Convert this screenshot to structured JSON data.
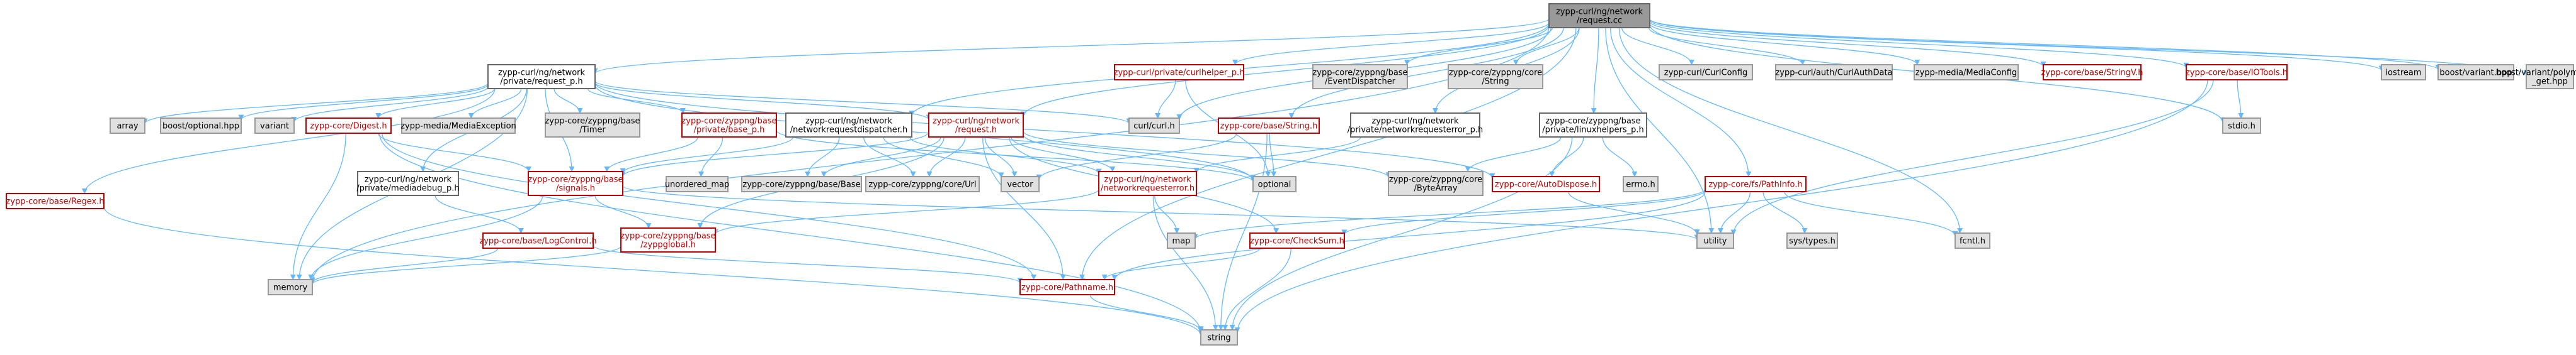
{
  "colors": {
    "edge": "#63b8ff",
    "root_fill": "#999999",
    "root_stroke": "#666666",
    "linked_fill": "#ffffff",
    "linked_stroke": "#bf0000",
    "linked_text": "#bf0000",
    "plain_fill": "#ffffff",
    "plain_stroke": "#666666",
    "plain_text": "#000000",
    "external_fill": "#e0e0e0",
    "external_stroke": "#999999",
    "external_text": "#000000"
  },
  "nodes": [
    {
      "id": "root",
      "kind": "root",
      "lines": [
        "zypp-curl/ng/network",
        "/request.cc"
      ]
    },
    {
      "id": "req_p",
      "kind": "plain",
      "lines": [
        "zypp-curl/ng/network",
        "/private/request_p.h"
      ]
    },
    {
      "id": "curlhelper_p",
      "kind": "linked",
      "lines": [
        "zypp-curl/private/curlhelper_p.h"
      ]
    },
    {
      "id": "eventdisp",
      "kind": "external",
      "lines": [
        "zypp-core/zyppng/base",
        "/EventDispatcher"
      ]
    },
    {
      "id": "zstring",
      "kind": "external",
      "lines": [
        "zypp-core/zyppng/core",
        "/String"
      ]
    },
    {
      "id": "curlconfig",
      "kind": "external",
      "lines": [
        "zypp-curl/CurlConfig"
      ]
    },
    {
      "id": "curlauth",
      "kind": "external",
      "lines": [
        "zypp-curl/auth/CurlAuthData"
      ]
    },
    {
      "id": "mediaconfig",
      "kind": "external",
      "lines": [
        "zypp-media/MediaConfig"
      ]
    },
    {
      "id": "stringv",
      "kind": "linked",
      "lines": [
        "zypp-core/base/StringV.h"
      ]
    },
    {
      "id": "iotools",
      "kind": "linked",
      "lines": [
        "zypp-core/base/IOTools.h"
      ]
    },
    {
      "id": "iostream",
      "kind": "external",
      "lines": [
        "iostream"
      ]
    },
    {
      "id": "bvariant",
      "kind": "external",
      "lines": [
        "boost/variant.hpp"
      ]
    },
    {
      "id": "bvarpoly",
      "kind": "external",
      "lines": [
        "boost/variant/polymorphic",
        "_get.hpp"
      ]
    },
    {
      "id": "array",
      "kind": "external",
      "lines": [
        "array"
      ]
    },
    {
      "id": "boptional",
      "kind": "external",
      "lines": [
        "boost/optional.hpp"
      ]
    },
    {
      "id": "variant",
      "kind": "external",
      "lines": [
        "variant"
      ]
    },
    {
      "id": "digest",
      "kind": "linked",
      "lines": [
        "zypp-core/Digest.h"
      ]
    },
    {
      "id": "mediaexc",
      "kind": "external",
      "lines": [
        "zypp-media/MediaException"
      ]
    },
    {
      "id": "timer",
      "kind": "external",
      "lines": [
        "zypp-core/zyppng/base",
        "/Timer"
      ]
    },
    {
      "id": "base_p",
      "kind": "linked",
      "lines": [
        "zypp-core/zyppng/base",
        "/private/base_p.h"
      ]
    },
    {
      "id": "reqdisp",
      "kind": "plain",
      "lines": [
        "zypp-curl/ng/network",
        "/networkrequestdispatcher.h"
      ]
    },
    {
      "id": "request_h",
      "kind": "linked",
      "lines": [
        "zypp-curl/ng/network",
        "/request.h"
      ]
    },
    {
      "id": "curl_h",
      "kind": "external",
      "lines": [
        "curl/curl.h"
      ]
    },
    {
      "id": "string_h",
      "kind": "linked",
      "lines": [
        "zypp-core/base/String.h"
      ]
    },
    {
      "id": "nreqerr_p",
      "kind": "plain",
      "lines": [
        "zypp-curl/ng/network",
        "/private/networkrequesterror_p.h"
      ]
    },
    {
      "id": "linuxhelpers",
      "kind": "plain",
      "lines": [
        "zypp-core/zyppng/base",
        "/private/linuxhelpers_p.h"
      ]
    },
    {
      "id": "stdio",
      "kind": "external",
      "lines": [
        "stdio.h"
      ]
    },
    {
      "id": "regex",
      "kind": "linked",
      "lines": [
        "zypp-core/base/Regex.h"
      ]
    },
    {
      "id": "mediadebug",
      "kind": "plain",
      "lines": [
        "zypp-curl/ng/network",
        "/private/mediadebug_p.h"
      ]
    },
    {
      "id": "signals",
      "kind": "linked",
      "lines": [
        "zypp-core/zyppng/base",
        "/signals.h"
      ]
    },
    {
      "id": "unordered_map",
      "kind": "external",
      "lines": [
        "unordered_map"
      ]
    },
    {
      "id": "zbase",
      "kind": "external",
      "lines": [
        "zypp-core/zyppng/base/Base"
      ]
    },
    {
      "id": "zurl",
      "kind": "external",
      "lines": [
        "zypp-core/zyppng/core/Url"
      ]
    },
    {
      "id": "vector",
      "kind": "external",
      "lines": [
        "vector"
      ]
    },
    {
      "id": "nreqerr",
      "kind": "linked",
      "lines": [
        "zypp-curl/ng/network",
        "/networkrequesterror.h"
      ]
    },
    {
      "id": "optional",
      "kind": "external",
      "lines": [
        "optional"
      ]
    },
    {
      "id": "bytearray",
      "kind": "external",
      "lines": [
        "zypp-core/zyppng/core",
        "/ByteArray"
      ]
    },
    {
      "id": "autodispose",
      "kind": "linked",
      "lines": [
        "zypp-core/AutoDispose.h"
      ]
    },
    {
      "id": "errno",
      "kind": "external",
      "lines": [
        "errno.h"
      ]
    },
    {
      "id": "pathinfo",
      "kind": "linked",
      "lines": [
        "zypp-core/fs/PathInfo.h"
      ]
    },
    {
      "id": "logcontrol",
      "kind": "linked",
      "lines": [
        "zypp-core/base/LogControl.h"
      ]
    },
    {
      "id": "zyppglobal",
      "kind": "linked",
      "lines": [
        "zypp-core/zyppng/base",
        "/zyppglobal.h"
      ]
    },
    {
      "id": "map",
      "kind": "external",
      "lines": [
        "map"
      ]
    },
    {
      "id": "checksum",
      "kind": "linked",
      "lines": [
        "zypp-core/CheckSum.h"
      ]
    },
    {
      "id": "utility",
      "kind": "external",
      "lines": [
        "utility"
      ]
    },
    {
      "id": "systypes",
      "kind": "external",
      "lines": [
        "sys/types.h"
      ]
    },
    {
      "id": "fcntl",
      "kind": "external",
      "lines": [
        "fcntl.h"
      ]
    },
    {
      "id": "memory",
      "kind": "external",
      "lines": [
        "memory"
      ]
    },
    {
      "id": "pathname",
      "kind": "linked",
      "lines": [
        "zypp-core/Pathname.h"
      ]
    },
    {
      "id": "string",
      "kind": "external",
      "lines": [
        "string"
      ]
    }
  ],
  "edges": [
    [
      "root",
      "req_p"
    ],
    [
      "root",
      "curlhelper_p"
    ],
    [
      "root",
      "eventdisp"
    ],
    [
      "root",
      "zstring"
    ],
    [
      "root",
      "curlconfig"
    ],
    [
      "root",
      "curlauth"
    ],
    [
      "root",
      "mediaconfig"
    ],
    [
      "root",
      "stringv"
    ],
    [
      "root",
      "iotools"
    ],
    [
      "root",
      "iostream"
    ],
    [
      "root",
      "bvariant"
    ],
    [
      "root",
      "bvarpoly"
    ],
    [
      "root",
      "reqdisp"
    ],
    [
      "root",
      "request_h"
    ],
    [
      "root",
      "curl_h"
    ],
    [
      "root",
      "string_h"
    ],
    [
      "root",
      "nreqerr_p"
    ],
    [
      "root",
      "linuxhelpers"
    ],
    [
      "root",
      "pathinfo"
    ],
    [
      "root",
      "stdio"
    ],
    [
      "root",
      "fcntl"
    ],
    [
      "root",
      "utility"
    ],
    [
      "root",
      "pathname"
    ],
    [
      "root",
      "memory"
    ],
    [
      "req_p",
      "array"
    ],
    [
      "req_p",
      "boptional"
    ],
    [
      "req_p",
      "variant"
    ],
    [
      "req_p",
      "digest"
    ],
    [
      "req_p",
      "mediaexc"
    ],
    [
      "req_p",
      "timer"
    ],
    [
      "req_p",
      "base_p"
    ],
    [
      "req_p",
      "curl_h"
    ],
    [
      "req_p",
      "request_h"
    ],
    [
      "req_p",
      "regex"
    ],
    [
      "req_p",
      "mediadebug"
    ],
    [
      "req_p",
      "signals"
    ],
    [
      "req_p",
      "memory"
    ],
    [
      "req_p",
      "optional"
    ],
    [
      "req_p",
      "autodispose"
    ],
    [
      "curlhelper_p",
      "curl_h"
    ],
    [
      "curlhelper_p",
      "optional"
    ],
    [
      "digest",
      "string"
    ],
    [
      "digest",
      "memory"
    ],
    [
      "digest",
      "pathname"
    ],
    [
      "digest",
      "signals"
    ],
    [
      "base_p",
      "signals"
    ],
    [
      "base_p",
      "unordered_map"
    ],
    [
      "base_p",
      "optional"
    ],
    [
      "reqdisp",
      "zbase"
    ],
    [
      "reqdisp",
      "zurl"
    ],
    [
      "reqdisp",
      "vector"
    ],
    [
      "reqdisp",
      "signals"
    ],
    [
      "reqdisp",
      "nreqerr"
    ],
    [
      "request_h",
      "zbase"
    ],
    [
      "request_h",
      "zurl"
    ],
    [
      "request_h",
      "vector"
    ],
    [
      "request_h",
      "nreqerr"
    ],
    [
      "request_h",
      "optional"
    ],
    [
      "request_h",
      "bytearray"
    ],
    [
      "request_h",
      "checksum"
    ],
    [
      "request_h",
      "zyppglobal"
    ],
    [
      "request_h",
      "signals"
    ],
    [
      "request_h",
      "pathname"
    ],
    [
      "string_h",
      "vector"
    ],
    [
      "string_h",
      "optional"
    ],
    [
      "string_h",
      "string"
    ],
    [
      "nreqerr_p",
      "nreqerr"
    ],
    [
      "linuxhelpers",
      "bytearray"
    ],
    [
      "linuxhelpers",
      "autodispose"
    ],
    [
      "linuxhelpers",
      "errno"
    ],
    [
      "linuxhelpers",
      "string"
    ],
    [
      "iotools",
      "stdio"
    ],
    [
      "iotools",
      "utility"
    ],
    [
      "iotools",
      "string"
    ],
    [
      "regex",
      "string"
    ],
    [
      "mediadebug",
      "logcontrol"
    ],
    [
      "signals",
      "zyppglobal"
    ],
    [
      "signals",
      "memory"
    ],
    [
      "signals",
      "utility"
    ],
    [
      "nreqerr",
      "zyppglobal"
    ],
    [
      "nreqerr",
      "map"
    ],
    [
      "nreqerr",
      "string"
    ],
    [
      "autodispose",
      "utility"
    ],
    [
      "pathinfo",
      "map"
    ],
    [
      "pathinfo",
      "utility"
    ],
    [
      "pathinfo",
      "systypes"
    ],
    [
      "pathinfo",
      "fcntl"
    ],
    [
      "pathinfo",
      "checksum"
    ],
    [
      "pathinfo",
      "pathname"
    ],
    [
      "logcontrol",
      "pathname"
    ],
    [
      "logcontrol",
      "memory"
    ],
    [
      "zyppglobal",
      "memory"
    ],
    [
      "checksum",
      "pathname"
    ],
    [
      "checksum",
      "string"
    ],
    [
      "pathname",
      "string"
    ]
  ]
}
